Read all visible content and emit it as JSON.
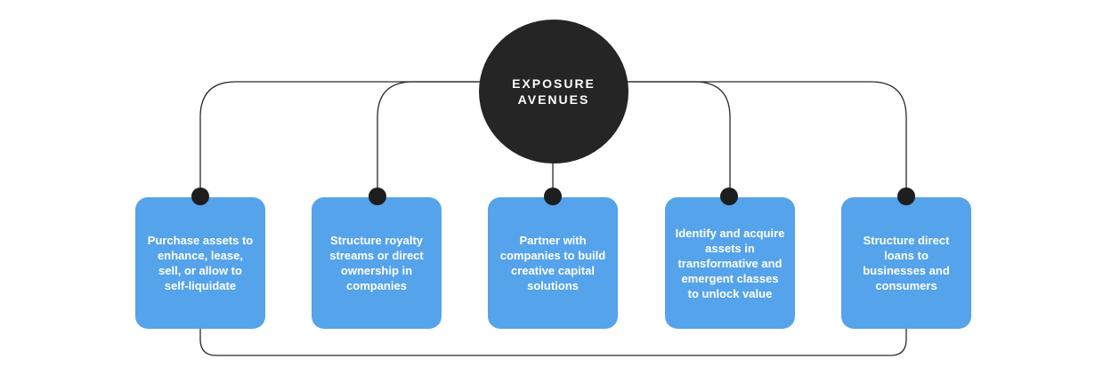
{
  "hub": {
    "title_line1": "EXPOSURE",
    "title_line2": "AVENUES"
  },
  "colors": {
    "hub": "#252525",
    "card": "#55a3ea",
    "connector": "#2a2a2a",
    "text": "#ffffff"
  },
  "avenues": [
    {
      "text": "Purchase assets to enhance, lease, sell, or allow to self-liquidate"
    },
    {
      "text": "Structure royalty streams or direct ownership in companies"
    },
    {
      "text": "Partner with companies to build creative capital solutions"
    },
    {
      "text": "Identify and acquire assets in transformative and emergent classes to unlock value"
    },
    {
      "text": "Structure direct loans to businesses and consumers"
    }
  ]
}
